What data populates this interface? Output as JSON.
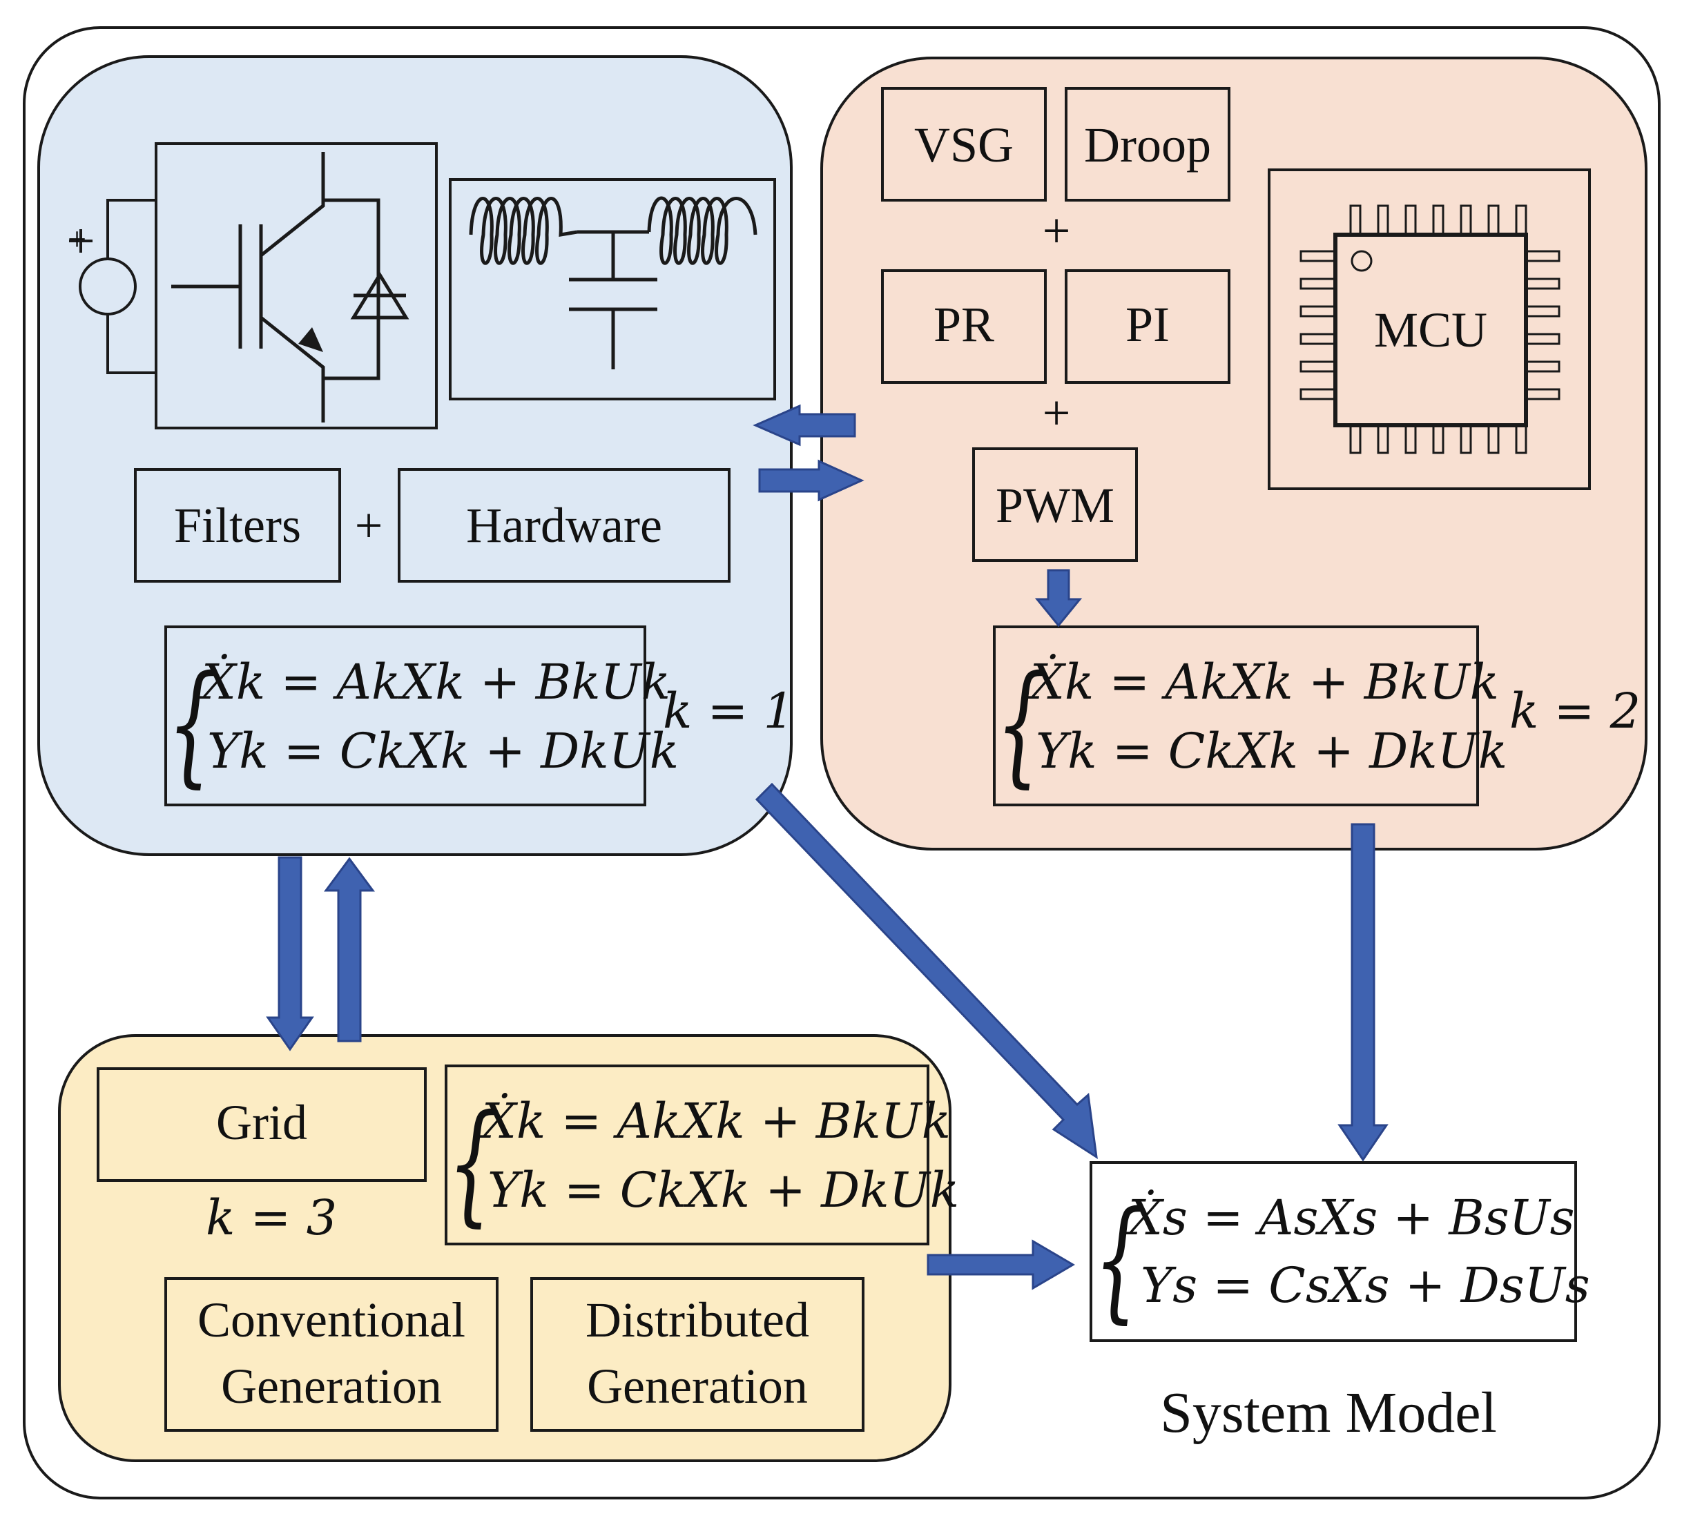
{
  "colors": {
    "hardware_bg": "#dde8f4",
    "control_bg": "#f8e0d2",
    "grid_bg": "#fcecc4",
    "arrow": "#3f62b0",
    "arrow_edge": "#2a448a",
    "stroke": "#1a1a1a"
  },
  "hardware": {
    "filters": "Filters",
    "hardware": "Hardware",
    "plus": "+",
    "source_plus": "+",
    "k": "k = 1"
  },
  "control": {
    "vsg": "VSG",
    "droop": "Droop",
    "pr": "PR",
    "pi": "PI",
    "pwm": "PWM",
    "plus": "+",
    "mcu": "MCU",
    "k": "k = 2"
  },
  "grid": {
    "grid": "Grid",
    "k": "k = 3",
    "conventional_line1": "Conventional",
    "conventional_line2": "Generation",
    "distributed_line1": "Distributed",
    "distributed_line2": "Generation"
  },
  "equations_k": {
    "line1": "Ẋk = AkXk + BkUk",
    "line2": "Yk = CkXk + DkUk"
  },
  "system": {
    "line1": "Ẋs = AsXs + BsUs",
    "line2": "Ys = CsXs + DsUs",
    "title": "System Model"
  }
}
